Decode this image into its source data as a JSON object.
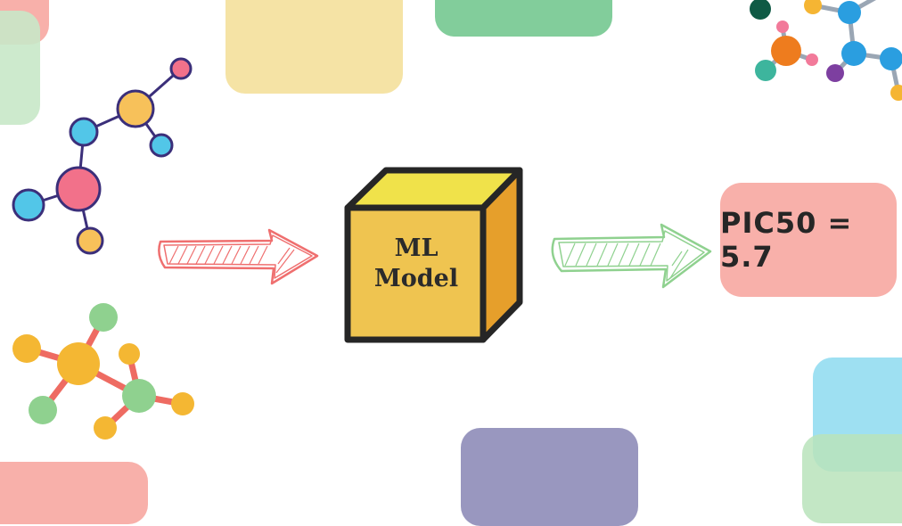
{
  "colors": {
    "blob_red": "#f8b0aa",
    "blob_green": "#c8e8c8",
    "blob_yellow": "#f5e3a5",
    "blob_mint": "#82cd9b",
    "blob_purple": "#9997bf",
    "blob_blue": "#9ee0f2",
    "arrow_input": "#ef6f6f",
    "arrow_output": "#8fd18f",
    "cube_front": "#efc450",
    "cube_top": "#f0e24a",
    "cube_side": "#e69f2b"
  },
  "model": {
    "line1": "ML",
    "line2": "Model"
  },
  "output": {
    "text": "PIC50 = 5.7"
  },
  "icons": [
    "molecule-icon",
    "molecule-icon",
    "molecule-icon",
    "arrow-right-icon",
    "arrow-right-icon",
    "cube-icon"
  ]
}
